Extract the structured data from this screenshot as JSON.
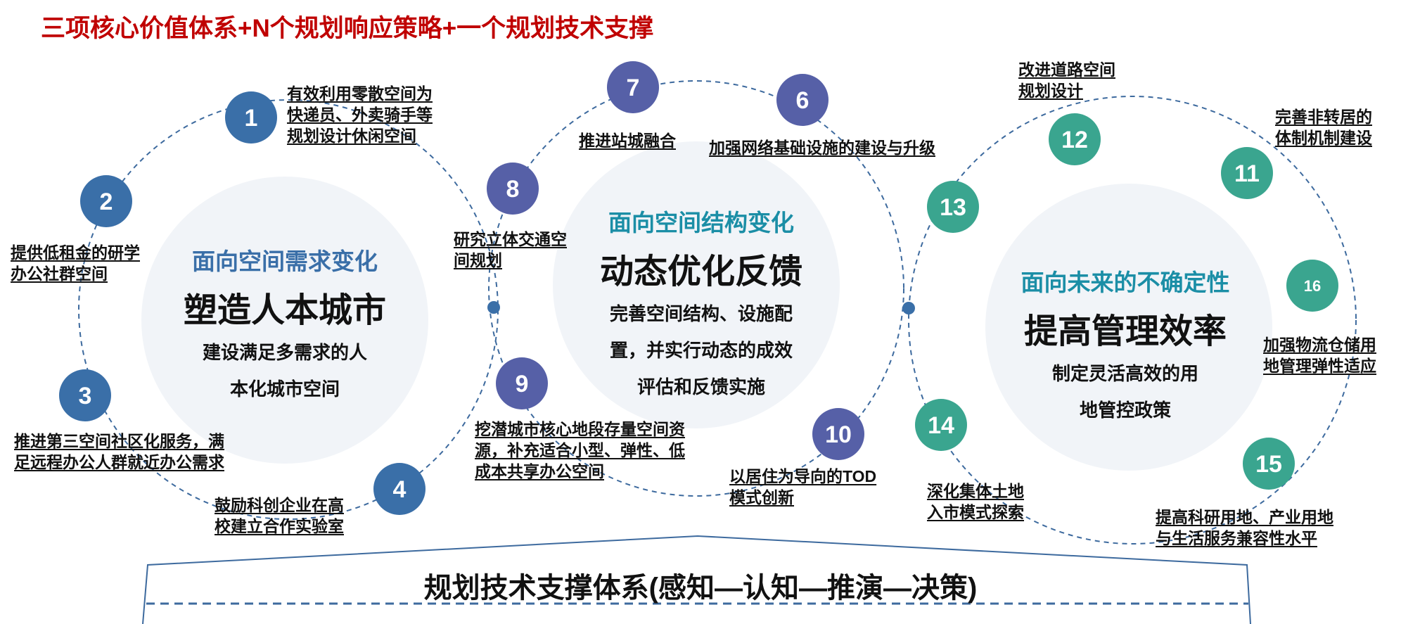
{
  "title": "三项核心价值体系+N个规划响应策略+一个规划技术支撑",
  "colors": {
    "title": "#c00000",
    "blue": "#3a6fa8",
    "purple": "#5660a7",
    "teal": "#3aa58f",
    "cluster2_heading": "#1b8ea6"
  },
  "clusters": [
    {
      "heading": "面向空间需求变化",
      "main": "塑造人本城市",
      "desc": [
        "建设满足多需求的人",
        "本化城市空间"
      ]
    },
    {
      "heading": "面向空间结构变化",
      "main": "动态优化反馈",
      "desc": [
        "完善空间结构、设施配",
        "置，并实行动态的成效",
        "评估和反馈实施"
      ]
    },
    {
      "heading": "面向未来的不确定性",
      "main": "提高管理效率",
      "desc": [
        "制定灵活高效的用",
        "地管控政策"
      ]
    }
  ],
  "nodes": [
    {
      "num": "1",
      "label": [
        "有效利用零散空间为",
        "快递员、外卖骑手等",
        "规划设计休闲空间"
      ]
    },
    {
      "num": "2",
      "label": [
        "提供低租金的研学",
        "办公社群空间"
      ]
    },
    {
      "num": "3",
      "label": [
        "推进第三空间社区化服务，满",
        "足远程办公人群就近办公需求"
      ]
    },
    {
      "num": "4",
      "label": [
        "鼓励科创企业在高",
        "校建立合作实验室"
      ]
    },
    {
      "num": "7",
      "label": [
        "推进站城融合"
      ]
    },
    {
      "num": "6",
      "label": [
        "加强网络基础设施的建设与升级"
      ]
    },
    {
      "num": "8",
      "label": [
        "研究立体交通空",
        "间规划"
      ]
    },
    {
      "num": "9",
      "label": [
        "挖潜城市核心地段存量空间资",
        "源，补充适合小型、弹性、低",
        "成本共享办公空间"
      ]
    },
    {
      "num": "10",
      "label": [
        "以居住为导向的TOD",
        "模式创新"
      ]
    },
    {
      "num": "12",
      "label": [
        "改进道路空间",
        "规划设计"
      ]
    },
    {
      "num": "11",
      "label": [
        "完善非转居的",
        "体制机制建设"
      ]
    },
    {
      "num": "13",
      "label": []
    },
    {
      "num": "16",
      "label": [
        "加强物流仓储用",
        "地管理弹性适应"
      ]
    },
    {
      "num": "14",
      "label": [
        "深化集体土地",
        "入市模式探索"
      ]
    },
    {
      "num": "15",
      "label": [
        "提高科研用地、产业用地",
        "与生活服务兼容性水平"
      ]
    }
  ],
  "bottom": "规划技术支撑体系(感知—认知—推演—决策)"
}
